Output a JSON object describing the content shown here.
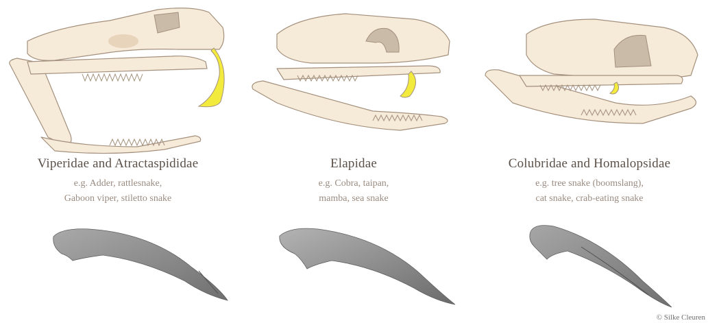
{
  "panels": [
    {
      "family": "Viperidae and Atractaspididae",
      "examples": [
        "e.g. Adder, rattlesnake,",
        "Gaboon viper, stiletto snake"
      ]
    },
    {
      "family": "Elapidae",
      "examples": [
        "e.g. Cobra, taipan,",
        "mamba, sea snake"
      ]
    },
    {
      "family": "Colubridae and Homalopsidae",
      "examples": [
        "e.g. tree snake (boomslang),",
        "cat snake, crab-eating snake"
      ]
    }
  ],
  "credit": "© Silke Cleuren",
  "colors": {
    "bone": "#f6ead9",
    "bone_stroke": "#a3907c",
    "bone_shade": "#e8d3bb",
    "fang": "#f2ea3c",
    "tooth_render": "#8e8e8e"
  }
}
